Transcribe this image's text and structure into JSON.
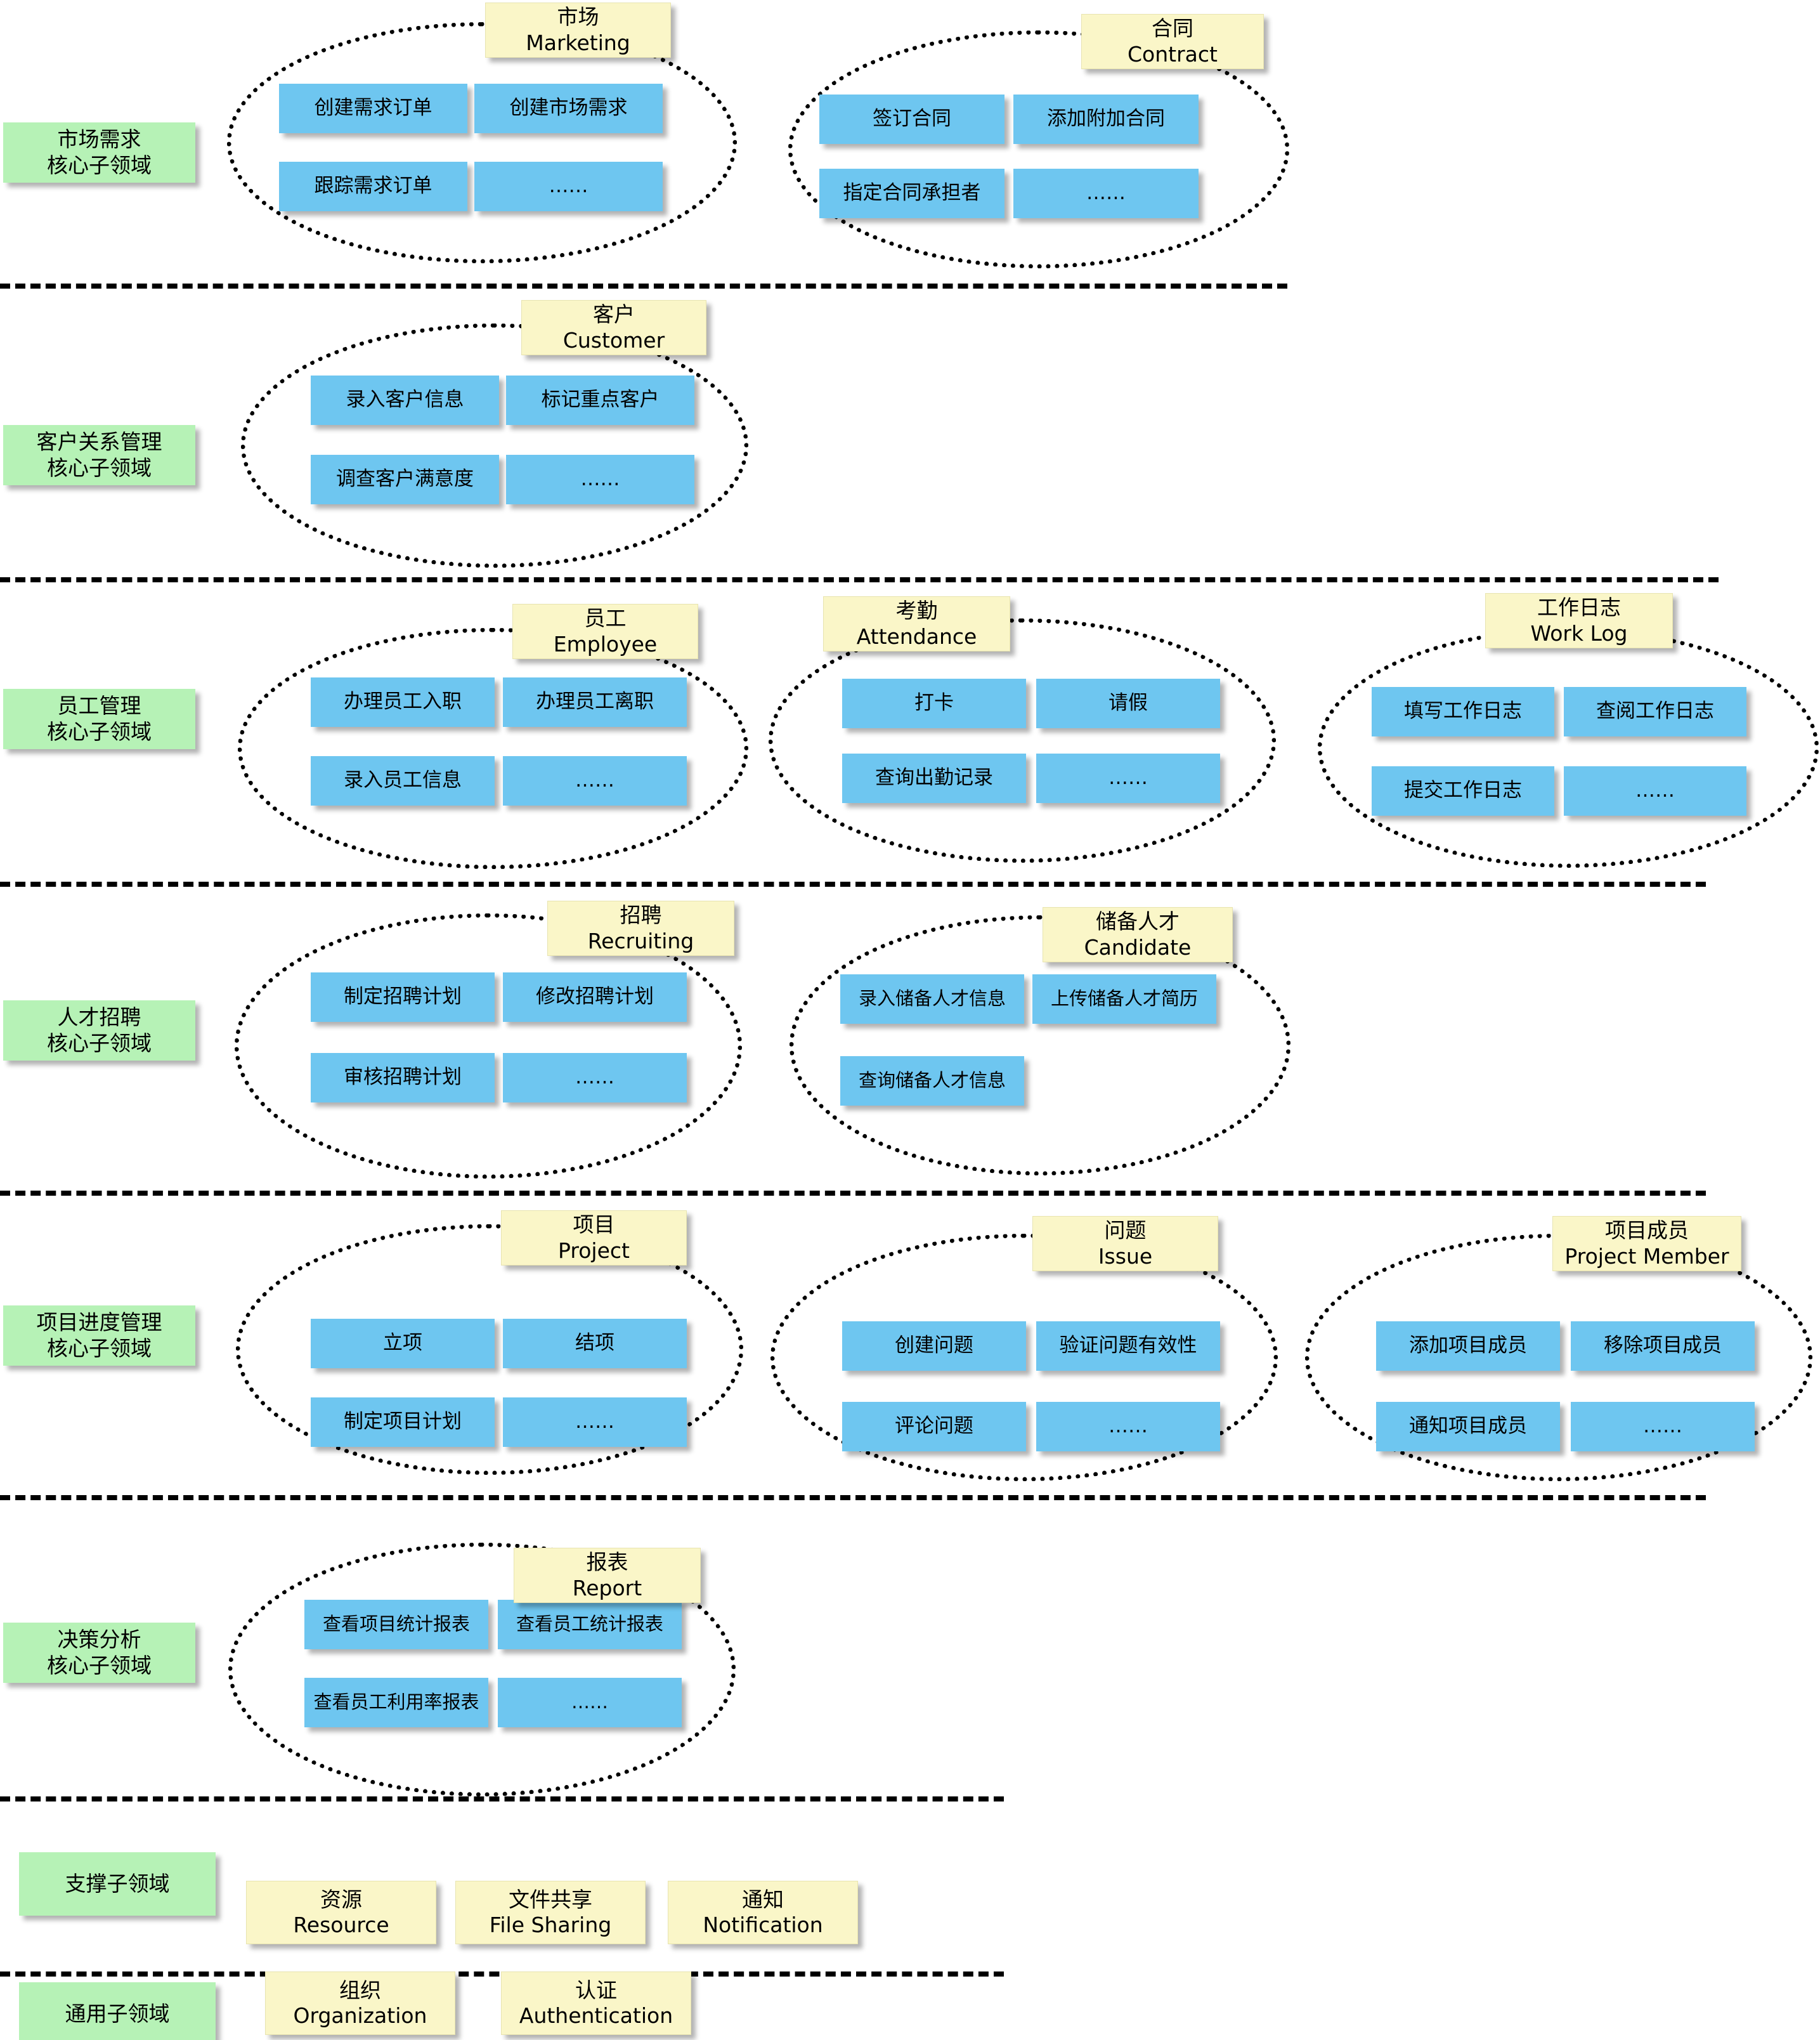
{
  "diagram": {
    "title_present": false,
    "colors": {
      "subdomain_label": "#B6F2B6",
      "bounded_context": "#FAF6C8",
      "use_case": "#6EC6F0",
      "separator": "#000000",
      "context_boundary": "#000000"
    }
  },
  "rows": [
    {
      "subdomain": {
        "name_cn": "市场需求",
        "name_en": "核心子领域"
      },
      "contexts": [
        {
          "title_cn": "市场",
          "title_en": "Marketing",
          "items": [
            "创建需求订单",
            "创建市场需求",
            "跟踪需求订单",
            "……"
          ]
        },
        {
          "title_cn": "合同",
          "title_en": "Contract",
          "items": [
            "签订合同",
            "添加附加合同",
            "指定合同承担者",
            "……"
          ]
        }
      ]
    },
    {
      "subdomain": {
        "name_cn": "客户关系管理",
        "name_en": "核心子领域"
      },
      "contexts": [
        {
          "title_cn": "客户",
          "title_en": "Customer",
          "items": [
            "录入客户信息",
            "标记重点客户",
            "调查客户满意度",
            "……"
          ]
        }
      ]
    },
    {
      "subdomain": {
        "name_cn": "员工管理",
        "name_en": "核心子领域"
      },
      "contexts": [
        {
          "title_cn": "员工",
          "title_en": "Employee",
          "items": [
            "办理员工入职",
            "办理员工离职",
            "录入员工信息",
            "……"
          ]
        },
        {
          "title_cn": "考勤",
          "title_en": "Attendance",
          "items": [
            "打卡",
            "请假",
            "查询出勤记录",
            "……"
          ]
        },
        {
          "title_cn": "工作日志",
          "title_en": "Work Log",
          "items": [
            "填写工作日志",
            "查阅工作日志",
            "提交工作日志",
            "……"
          ]
        }
      ]
    },
    {
      "subdomain": {
        "name_cn": "人才招聘",
        "name_en": "核心子领域"
      },
      "contexts": [
        {
          "title_cn": "招聘",
          "title_en": "Recruiting",
          "items": [
            "制定招聘计划",
            "修改招聘计划",
            "审核招聘计划",
            "……"
          ]
        },
        {
          "title_cn": "储备人才",
          "title_en": "Candidate",
          "items": [
            "录入储备人才信息",
            "上传储备人才简历",
            "查询储备人才信息"
          ]
        }
      ]
    },
    {
      "subdomain": {
        "name_cn": "项目进度管理",
        "name_en": "核心子领域"
      },
      "contexts": [
        {
          "title_cn": "项目",
          "title_en": "Project",
          "items": [
            "立项",
            "结项",
            "制定项目计划",
            "……"
          ]
        },
        {
          "title_cn": "问题",
          "title_en": "Issue",
          "items": [
            "创建问题",
            "验证问题有效性",
            "评论问题",
            "……"
          ]
        },
        {
          "title_cn": "项目成员",
          "title_en": "Project Member",
          "items": [
            "添加项目成员",
            "移除项目成员",
            "通知项目成员",
            "……"
          ]
        }
      ]
    },
    {
      "subdomain": {
        "name_cn": "决策分析",
        "name_en": "核心子领域"
      },
      "contexts": [
        {
          "title_cn": "报表",
          "title_en": "Report",
          "items": [
            "查看项目统计报表",
            "查看员工统计报表",
            "查看员工利用率报表",
            "……"
          ]
        }
      ]
    }
  ],
  "supporting": {
    "subdomain": {
      "name_cn": "支撑子领域"
    },
    "contexts": [
      {
        "title_cn": "资源",
        "title_en": "Resource"
      },
      {
        "title_cn": "文件共享",
        "title_en": "File Sharing"
      },
      {
        "title_cn": "通知",
        "title_en": "Notification"
      }
    ]
  },
  "generic": {
    "subdomain": {
      "name_cn": "通用子领域"
    },
    "contexts": [
      {
        "title_cn": "组织",
        "title_en": "Organization"
      },
      {
        "title_cn": "认证",
        "title_en": "Authentication"
      }
    ]
  }
}
